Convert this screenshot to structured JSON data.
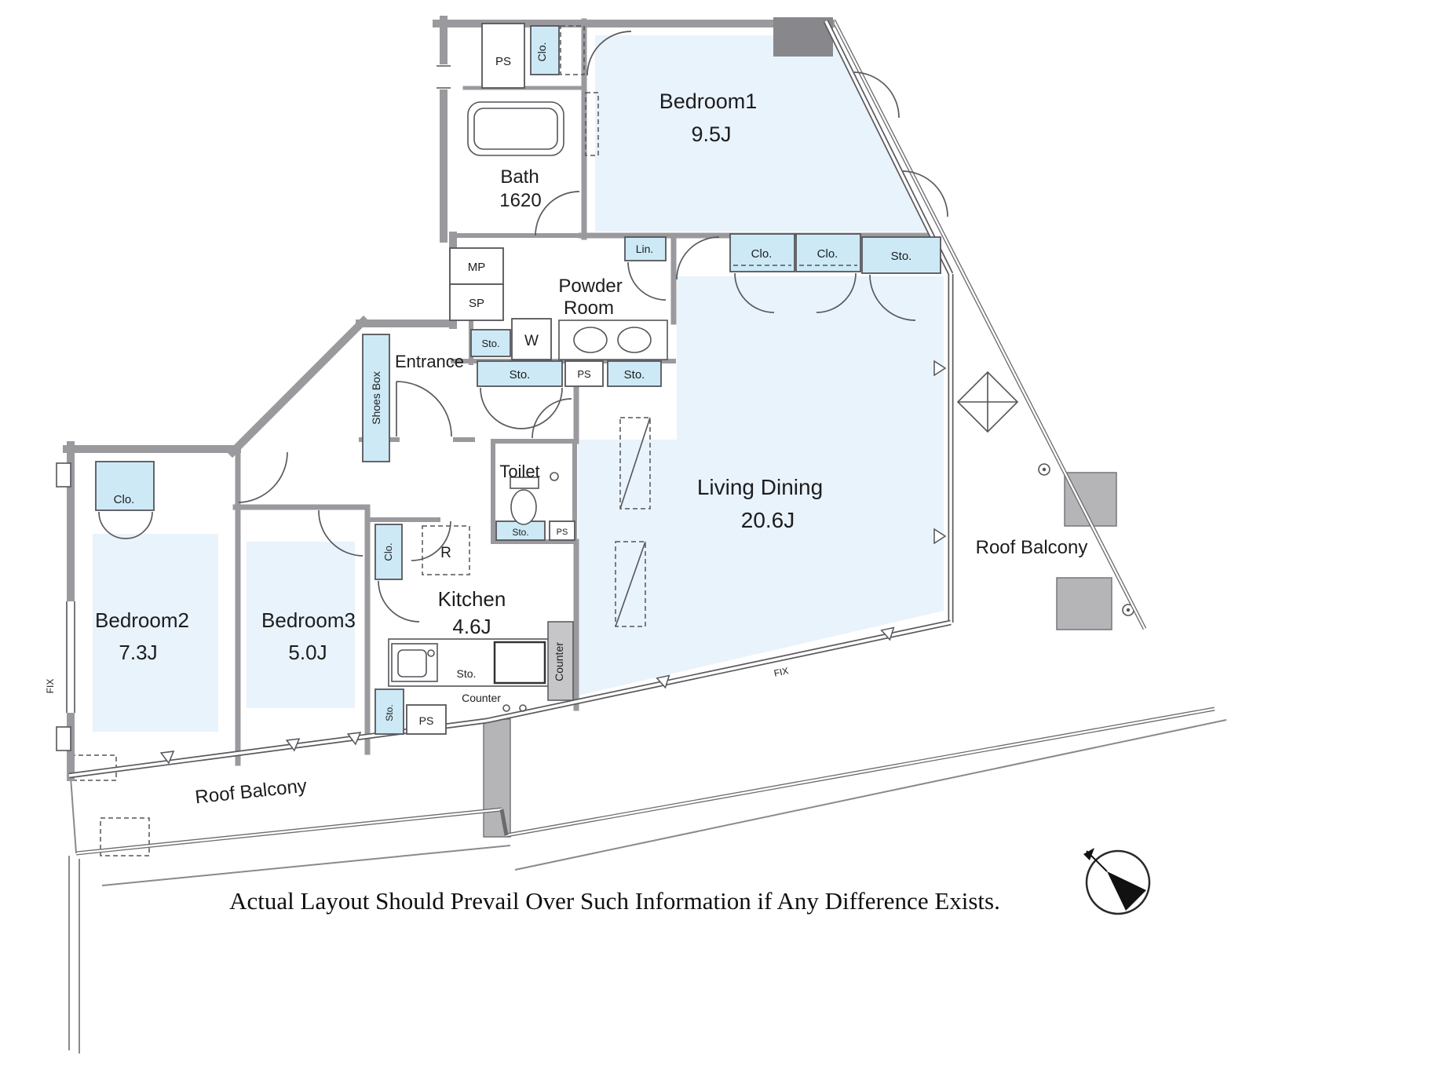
{
  "disclaimer": "Actual Layout Should Prevail Over Such Information if Any Difference Exists.",
  "rooms": {
    "bedroom1": {
      "name": "Bedroom1",
      "size": "9.5J"
    },
    "bedroom2": {
      "name": "Bedroom2",
      "size": "7.3J"
    },
    "bedroom3": {
      "name": "Bedroom3",
      "size": "5.0J"
    },
    "living_dining": {
      "name": "Living Dining",
      "size": "20.6J"
    },
    "kitchen": {
      "name": "Kitchen",
      "size": "4.6J"
    },
    "bath": {
      "name": "Bath",
      "size": "1620"
    },
    "powder_room": {
      "line1": "Powder",
      "line2": "Room"
    },
    "toilet": {
      "name": "Toilet"
    },
    "entrance": {
      "name": "Entrance"
    },
    "roof_balcony_right": {
      "name": "Roof Balcony"
    },
    "roof_balcony_bottom": {
      "name": "Roof Balcony"
    }
  },
  "labels": {
    "ps": "PS",
    "clo": "Clo.",
    "sto": "Sto.",
    "lin": "Lin.",
    "mp": "MP",
    "sp": "SP",
    "washer": "W",
    "fridge": "R",
    "shoes_box": "Shoes Box",
    "counter": "Counter",
    "fix": "FIX"
  },
  "colors": {
    "wall": "#9a9a9e",
    "wall_dark": "#88888c",
    "tatami": "#e9f3fb",
    "storage": "#cde9f6",
    "line": "#55555a",
    "counter": "#c6c6c8",
    "text": "#1d1d1f"
  }
}
